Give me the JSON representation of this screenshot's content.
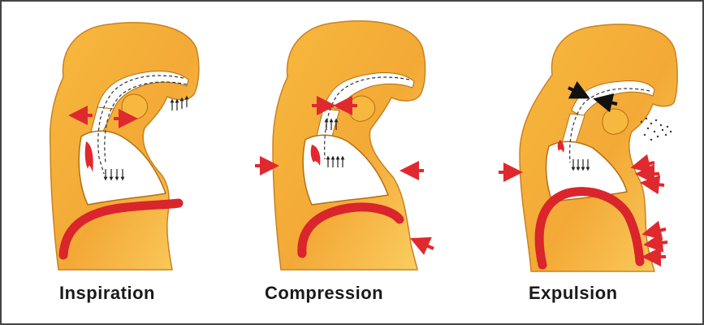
{
  "colors": {
    "tissue": "#f3a936",
    "tissue_light": "#fbd36e",
    "outline": "#b46e12",
    "cavity": "#ffffff",
    "diaphragm": "#d9252b",
    "arrow_red": "#e0292e",
    "arrow_black": "#111111",
    "frame": "#444444"
  },
  "panels": [
    {
      "caption": "Inspiration"
    },
    {
      "caption": "Compression"
    },
    {
      "caption": "Expulsion"
    }
  ]
}
